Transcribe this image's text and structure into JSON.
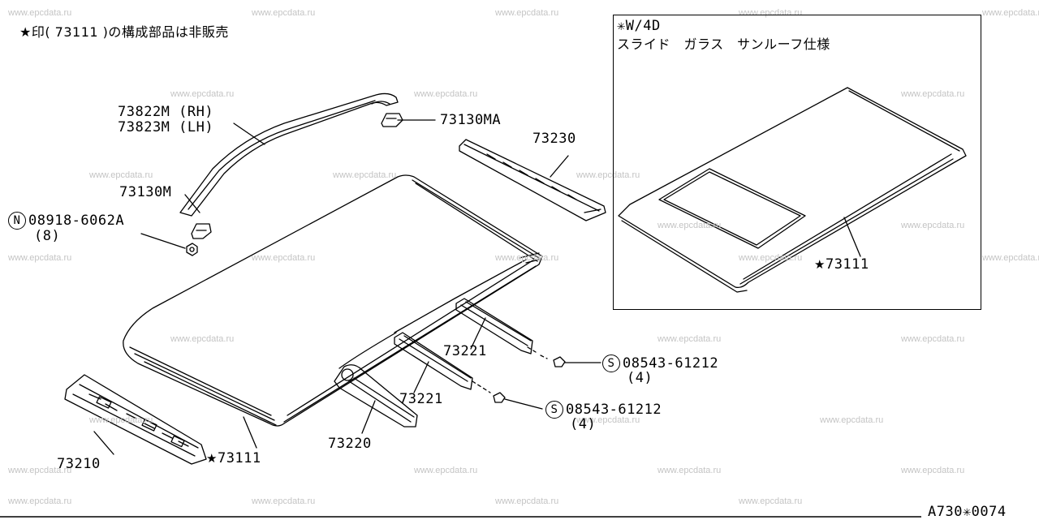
{
  "note": "★印( 73111 )の構成部品は非販売",
  "watermark": "www.epcdata.ru",
  "inset": {
    "title_line1": "✳W/4D",
    "title_line2": "スライド　ガラス　サンルーフ仕様",
    "part_label": "73111",
    "part_star": "★"
  },
  "parts": {
    "rail_rh": "73822M (RH)",
    "rail_lh": "73823M (LH)",
    "clip_ma": "73130MA",
    "bow_rear": "73230",
    "clip_m": "73130M",
    "nut_circle": "N",
    "nut_part": "08918-6062A",
    "nut_qty": "(8)",
    "bow_mid_a": "73221",
    "bow_mid_b": "73221",
    "screw_a_circle": "S",
    "screw_a_part": "08543-61212",
    "screw_a_qty": "(4)",
    "screw_b_circle": "S",
    "screw_b_part": "08543-61212",
    "screw_b_qty": "(4)",
    "bow_front_center": "73220",
    "rail_front": "73210",
    "roof_panel": "73111",
    "roof_panel_star": "★"
  },
  "page_code": "A730✳0074"
}
